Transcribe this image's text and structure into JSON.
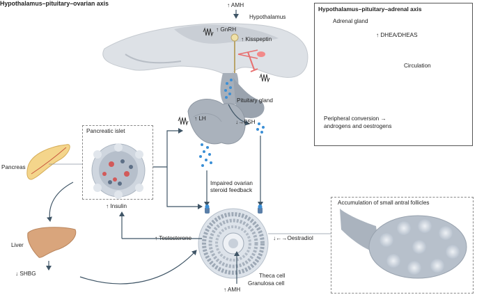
{
  "title": "Hypothalamus–pituitary–ovarian axis",
  "top_amh": "↑ AMH",
  "hypothalamus": "Hypothalamus",
  "gnrh": "↑ GnRH",
  "kisspeptin": "↑ Kisspeptin",
  "pituitary": "Pituitary gland",
  "lh": "↑ LH",
  "fsh": "↓→FSH",
  "pancreatic_islet": "Pancreatic islet",
  "pancreas": "Pancreas",
  "insulin": "↑ Insulin",
  "impaired_1": "Impaired ovarian",
  "impaired_2": "steroid feedback",
  "liver": "Liver",
  "shbg": "↓ SHBG",
  "testosterone": "↑ Testosterone",
  "oestradiol": "↓←→Oestradiol",
  "theca": "Theca cell",
  "granulosa": "Granulosa cell",
  "bottom_amh": "↑ AMH",
  "follicles": "Accumulation of small antral follicles",
  "hpa": {
    "title": "Hypothalamus–pituitary–adrenal axis",
    "adrenal": "Adrenal gland",
    "dhea": "↑ DHEA/DHEAS",
    "circulation": "Circulation",
    "peripheral_1": "Peripheral conversion →",
    "peripheral_2": "androgens and oestrogens"
  },
  "colors": {
    "brain": "#d9dde2",
    "pituitary": "#a9b1bb",
    "adrenal": "#e8968d",
    "liver": "#d9a57c",
    "pancreas": "#f3d58a",
    "hormone_dots": "#3b8fd6",
    "arrows": "#3f5566"
  }
}
